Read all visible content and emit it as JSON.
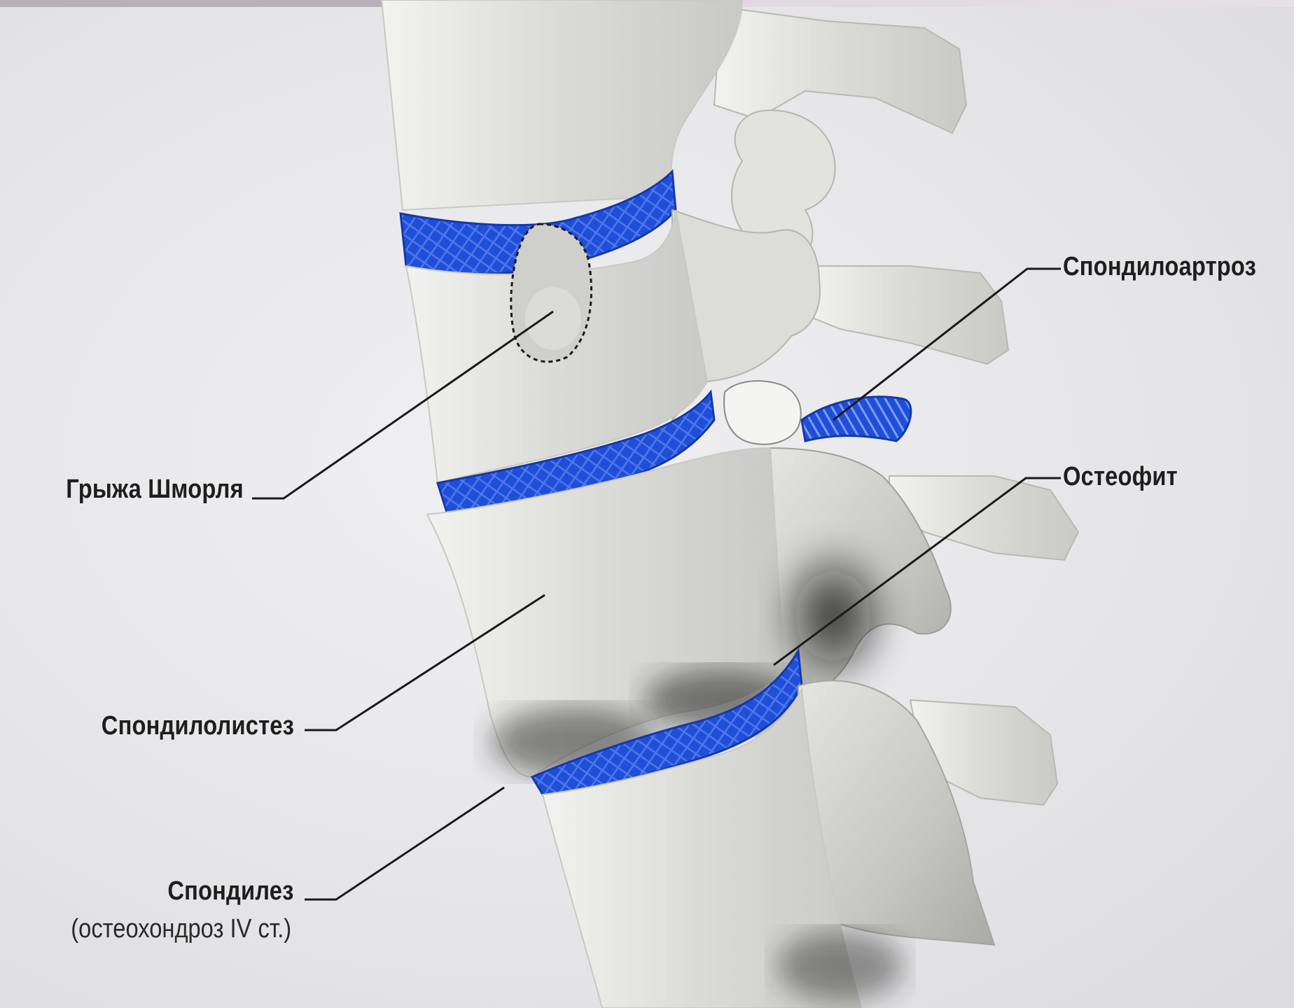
{
  "labels": {
    "schmorl_hernia": "Грыжа Шморля",
    "spondyloarthrosis": "Спондилоартроз",
    "osteophyte": "Остеофит",
    "spondylolisthesis": "Спондилолистез",
    "spondylosis": "Спондилез",
    "spondylosis_note": "(остеохондроз IV ст.)"
  },
  "colors": {
    "background": "#e8e8ea",
    "bone": "#d9d9d6",
    "bone_shadow": "#2a2a2a",
    "disc_blue": "#1f4fd8",
    "leader_line": "#1a1a1a"
  }
}
